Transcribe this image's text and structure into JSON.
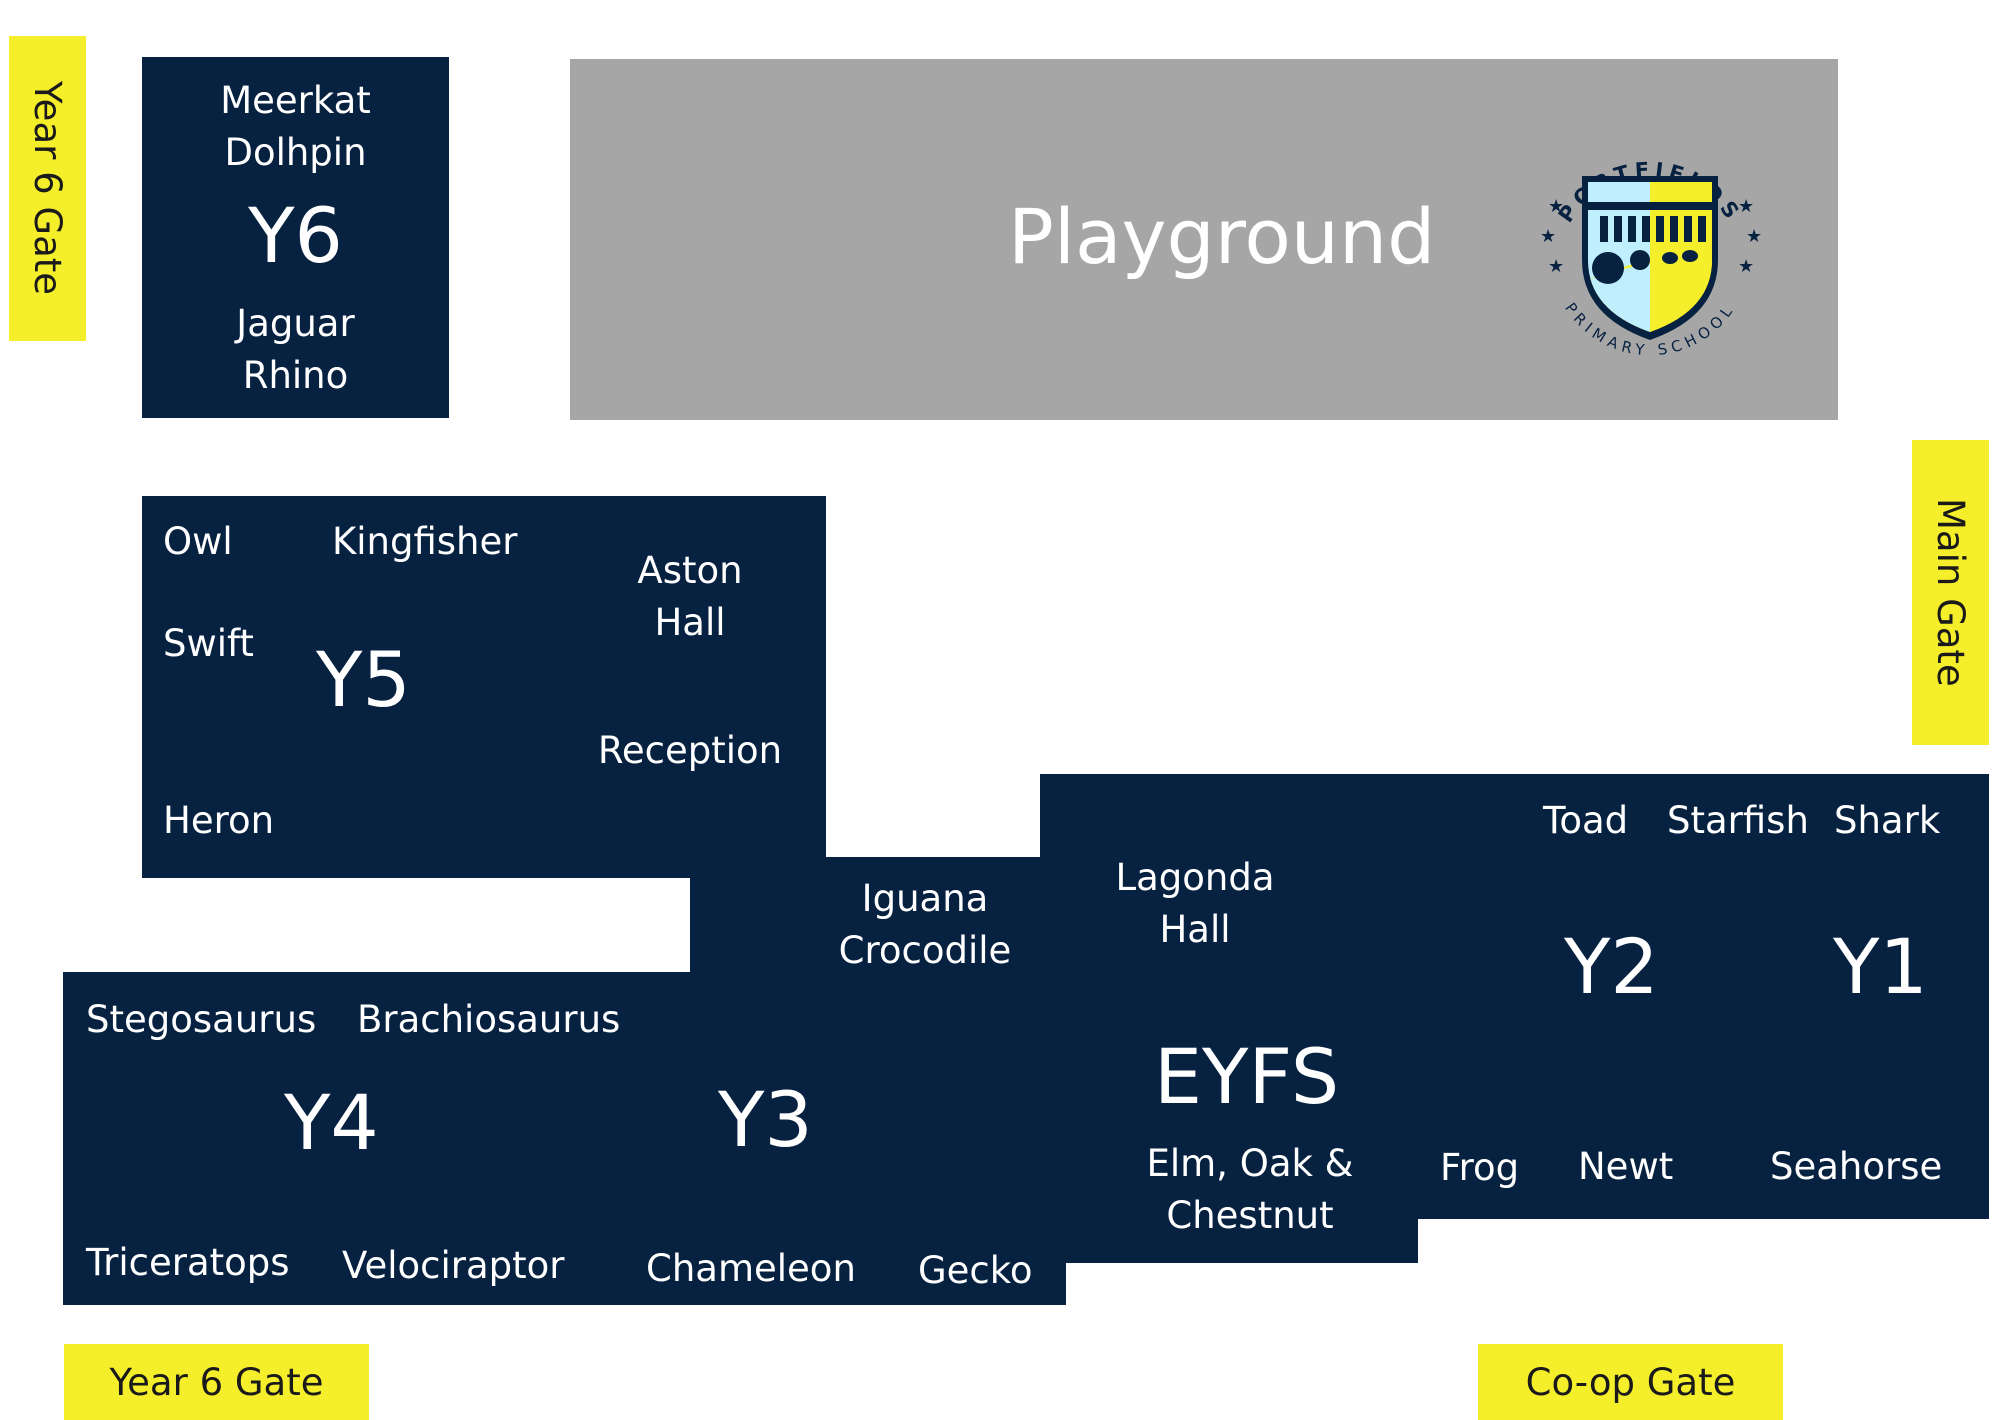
{
  "gates": {
    "year6_top": "Year 6 Gate",
    "main": "Main Gate",
    "year6_bottom": "Year 6 Gate",
    "coop": "Co-op Gate"
  },
  "playground": {
    "title": "Playground",
    "logo": {
      "top_text": "PORTFIELDS",
      "bottom_text": "PRIMARY SCHOOL",
      "colors": {
        "navy": "#072140",
        "yellow": "#f5ee2a",
        "light_blue": "#bfeefd"
      }
    }
  },
  "y6": {
    "code": "Y6",
    "rooms": [
      "Meerkat",
      "Dolhpin",
      "Jaguar",
      "Rhino"
    ]
  },
  "y5": {
    "code": "Y5",
    "rooms": [
      "Owl",
      "Kingfisher",
      "Swift",
      "Heron"
    ],
    "aston_hall": "Aston\nHall",
    "reception": "Reception"
  },
  "y4": {
    "code": "Y4",
    "rooms": [
      "Stegosaurus",
      "Brachiosaurus",
      "Triceratops",
      "Velociraptor"
    ]
  },
  "y3": {
    "code": "Y3",
    "rooms": [
      "Iguana",
      "Crocodile",
      "Chameleon",
      "Gecko"
    ]
  },
  "eyfs": {
    "code": "EYFS",
    "lagonda_hall": "Lagonda\nHall",
    "rooms": "Elm, Oak &\nChestnut"
  },
  "y2": {
    "code": "Y2",
    "rooms": [
      "Toad",
      "Starfish",
      "Frog",
      "Newt"
    ]
  },
  "y1": {
    "code": "Y1",
    "rooms": [
      "Shark",
      "Seahorse"
    ]
  },
  "colors": {
    "block": "#072140",
    "gate": "#f5ee2a",
    "playground": "#a6a6a6"
  }
}
